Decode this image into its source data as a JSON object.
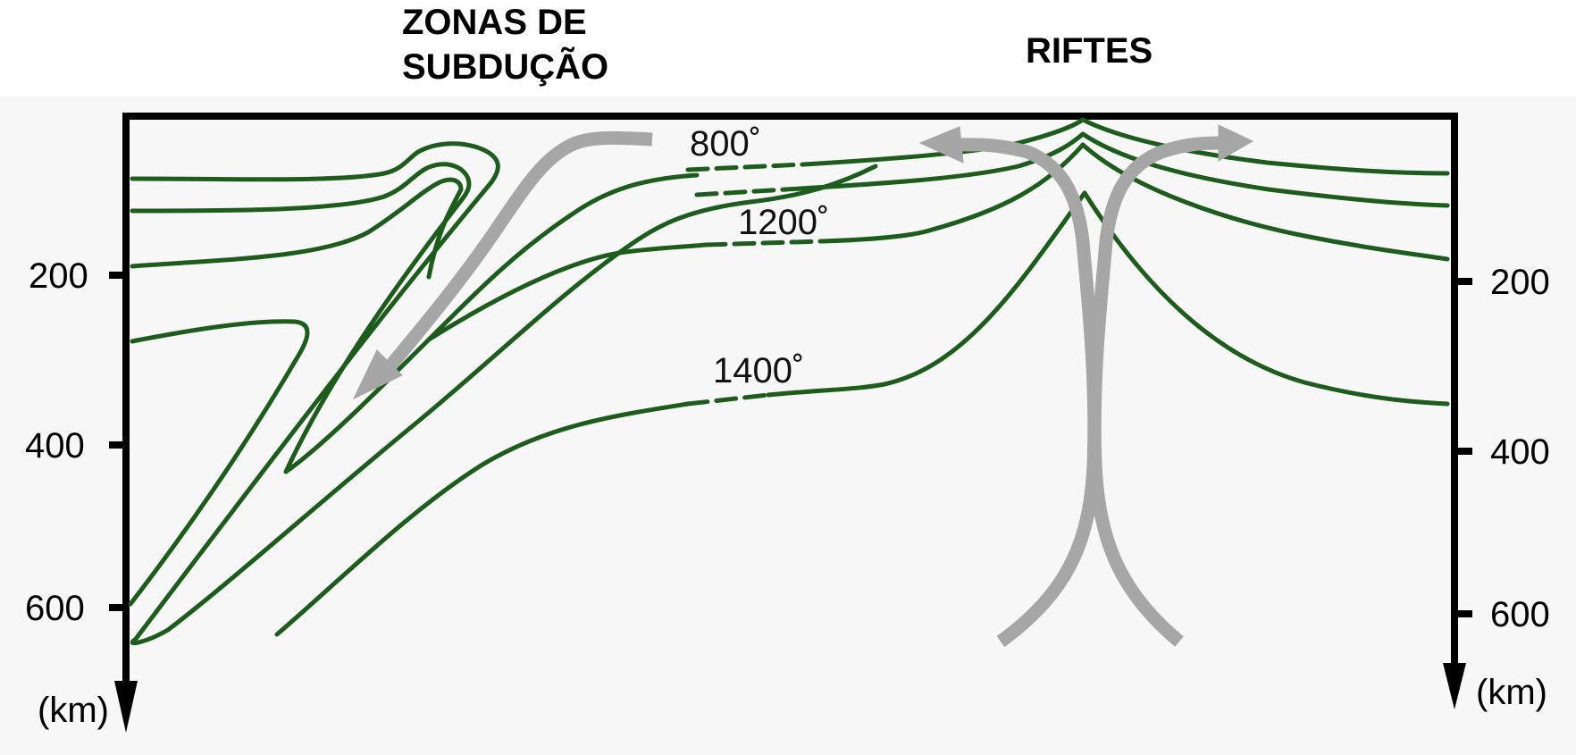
{
  "headings": {
    "subduction_line1": "ZONAS DE",
    "subduction_line2": "SUBDUÇÃO",
    "rift": "RIFTES"
  },
  "axis": {
    "unit": "(km)",
    "ticks": [
      "200",
      "400",
      "600"
    ]
  },
  "isotherms": {
    "t800": "800˚",
    "t1200": "1200˚",
    "t1400": "1400˚"
  },
  "colors": {
    "isotherm": "#1e5c1e",
    "flow": "#a6a6a6",
    "panel": "#f7f7f7",
    "axis": "#000000"
  }
}
